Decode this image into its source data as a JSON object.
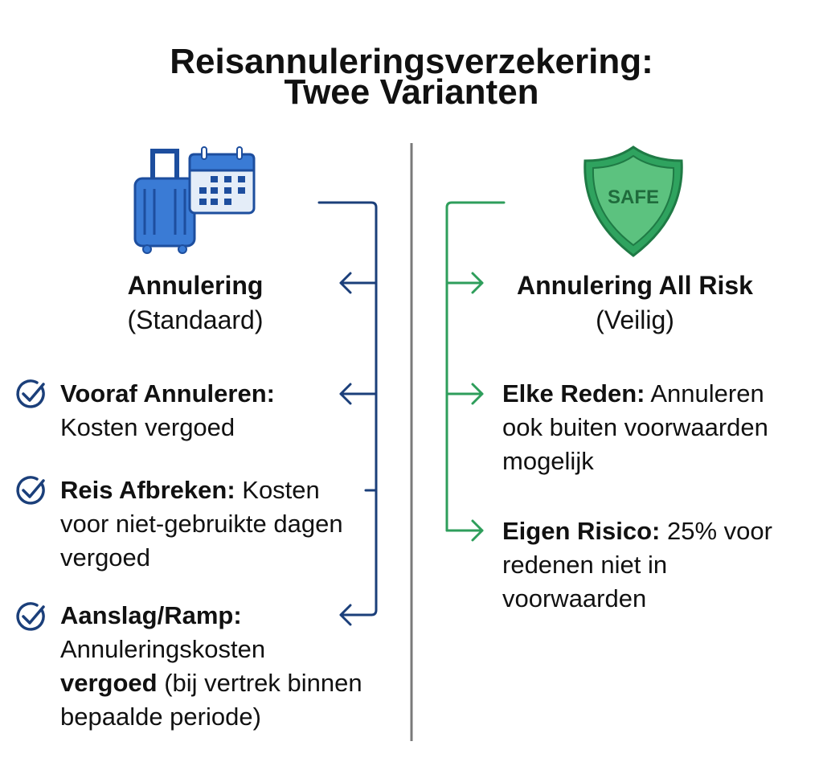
{
  "title": {
    "line1": "Reisannuleringsverzekering:",
    "line2": "Twee Varianten"
  },
  "colors": {
    "blue": "#1b3f7a",
    "green": "#2e9e5b",
    "divider": "#7a7a7a"
  },
  "left": {
    "heading": "Annulering",
    "subheading": "(Standaard)",
    "icons": [
      "suitcase-icon",
      "calendar-icon"
    ],
    "items": [
      {
        "bold": "Vooraf Annuleren:",
        "text": "Kosten vergoed"
      },
      {
        "bold": "Reis Afbreken:",
        "text": "Kosten voor niet-gebruikte dagen vergoed"
      },
      {
        "bold": "Aanslag/Ramp:",
        "text": "Annuleringskosten",
        "bold2": "vergoed",
        "text2": "(bij vertrek binnen bepaalde periode)"
      }
    ]
  },
  "right": {
    "heading": "Annulering All Risk",
    "subheading": "(Veilig)",
    "shield_label": "SAFE",
    "items": [
      {
        "bold": "Elke Reden:",
        "text": "Annuleren ook buiten voorwaarden mogelijk"
      },
      {
        "bold": "Eigen Risico:",
        "text": "25% voor redenen niet in voorwaarden"
      }
    ]
  }
}
